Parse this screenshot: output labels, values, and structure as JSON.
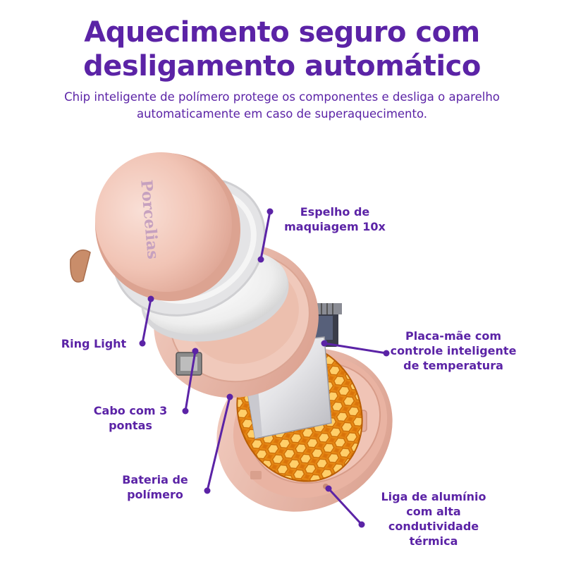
{
  "header": {
    "title": "Aquecimento seguro com desligamento automático",
    "subtitle": "Chip inteligente de polímero protege os componentes e desliga o aparelho automaticamente em caso de superaquecimento."
  },
  "product": {
    "brand_logo_text": "Porcelias"
  },
  "callouts": {
    "mirror": "Espelho de maquiagem 10x",
    "ring_light": "Ring Light",
    "motherboard": "Placa-mãe com controle inteligente de temperatura",
    "cable": "Cabo com 3 pontas",
    "battery": "Bateria de polímero",
    "alloy": "Liga de alumínio com alta condutividade térmica"
  },
  "colors": {
    "accent_purple": "#5b23a6",
    "shell_pink": "#f1c6b7",
    "heating_orange": "#f39a17"
  }
}
